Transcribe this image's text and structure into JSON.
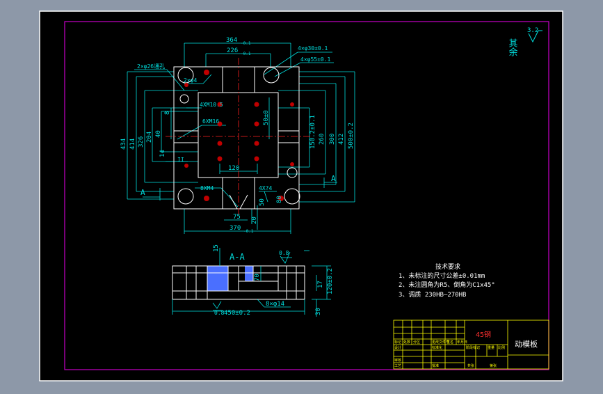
{
  "colors": {
    "window_bg": "#8d98a8",
    "paper": "#000000",
    "paper_border": "#ffffff",
    "frame": "#c800c8",
    "part": "#ffffff",
    "dim": "#00e0e0",
    "center": "#ff2020",
    "hole_fill": "#c00000",
    "note": "#ffffff",
    "title_block": "#ffff00",
    "title_text": "#ffffff",
    "hatch": "#4a6fff",
    "red_text": "#ff3030"
  },
  "top_view": {
    "dim_364": "364",
    "dim_364_tol": "-0.1",
    "dim_226": "226",
    "dim_226_tol": "-0.1",
    "label_4x30": "4×φ30±0.1",
    "label_4x55": "4×φ55±0.1",
    "label_2x26": "2×φ26通孔",
    "label_2x4": "2×φ4",
    "label_4xm10": "4XM10.5",
    "label_6xm16": "6XM16",
    "label_8xm4": "8XM4",
    "label_4x4": "4X?4",
    "dim_434": "434",
    "dim_414": "414",
    "dim_326": "326",
    "dim_204": "204",
    "dim_40": "40",
    "dim_8": "8",
    "dim_14": "14",
    "dim_II": "II",
    "dim_50": "50±0",
    "dim_150": "150.2±0.1",
    "dim_260": "260",
    "dim_300": "300",
    "dim_412": "412",
    "dim_500": "500±0.2",
    "dim_120": "120",
    "dim_75": "75",
    "dim_50b": "50",
    "dim_80": "80",
    "dim_20": "20",
    "dim_370": "370",
    "dim_370_tol": "-0.1",
    "section_A_left": "A",
    "section_A_right": "A"
  },
  "section_view": {
    "title": "A-A",
    "rough_08": "0.8",
    "rough_08b": "0.8",
    "dim_70": "70",
    "dim_120": "120±0.2",
    "dim_17": "17",
    "dim_8x14": "8×φ14",
    "dim_450": "450±0.2",
    "dim_30": "30",
    "dim_15": "15"
  },
  "surface_finish": {
    "value": "3.2",
    "label": "其余"
  },
  "notes": {
    "title": "技术要求",
    "line1": "1、未标注的尺寸公差±0.01mm",
    "line2": "2、未注圆角为R5、倒角为C1x45°",
    "line3": "3、调质 230HB—270HB"
  },
  "title_block": {
    "material": "45钢",
    "part_name": "动模板",
    "cells": [
      "标记",
      "处数",
      "分区",
      "更改文件号",
      "签名",
      "年月日",
      "设计",
      "标准化",
      "阶段标记",
      "重量",
      "比例",
      "审核",
      "工艺",
      "批准",
      "共张",
      "第张"
    ]
  }
}
